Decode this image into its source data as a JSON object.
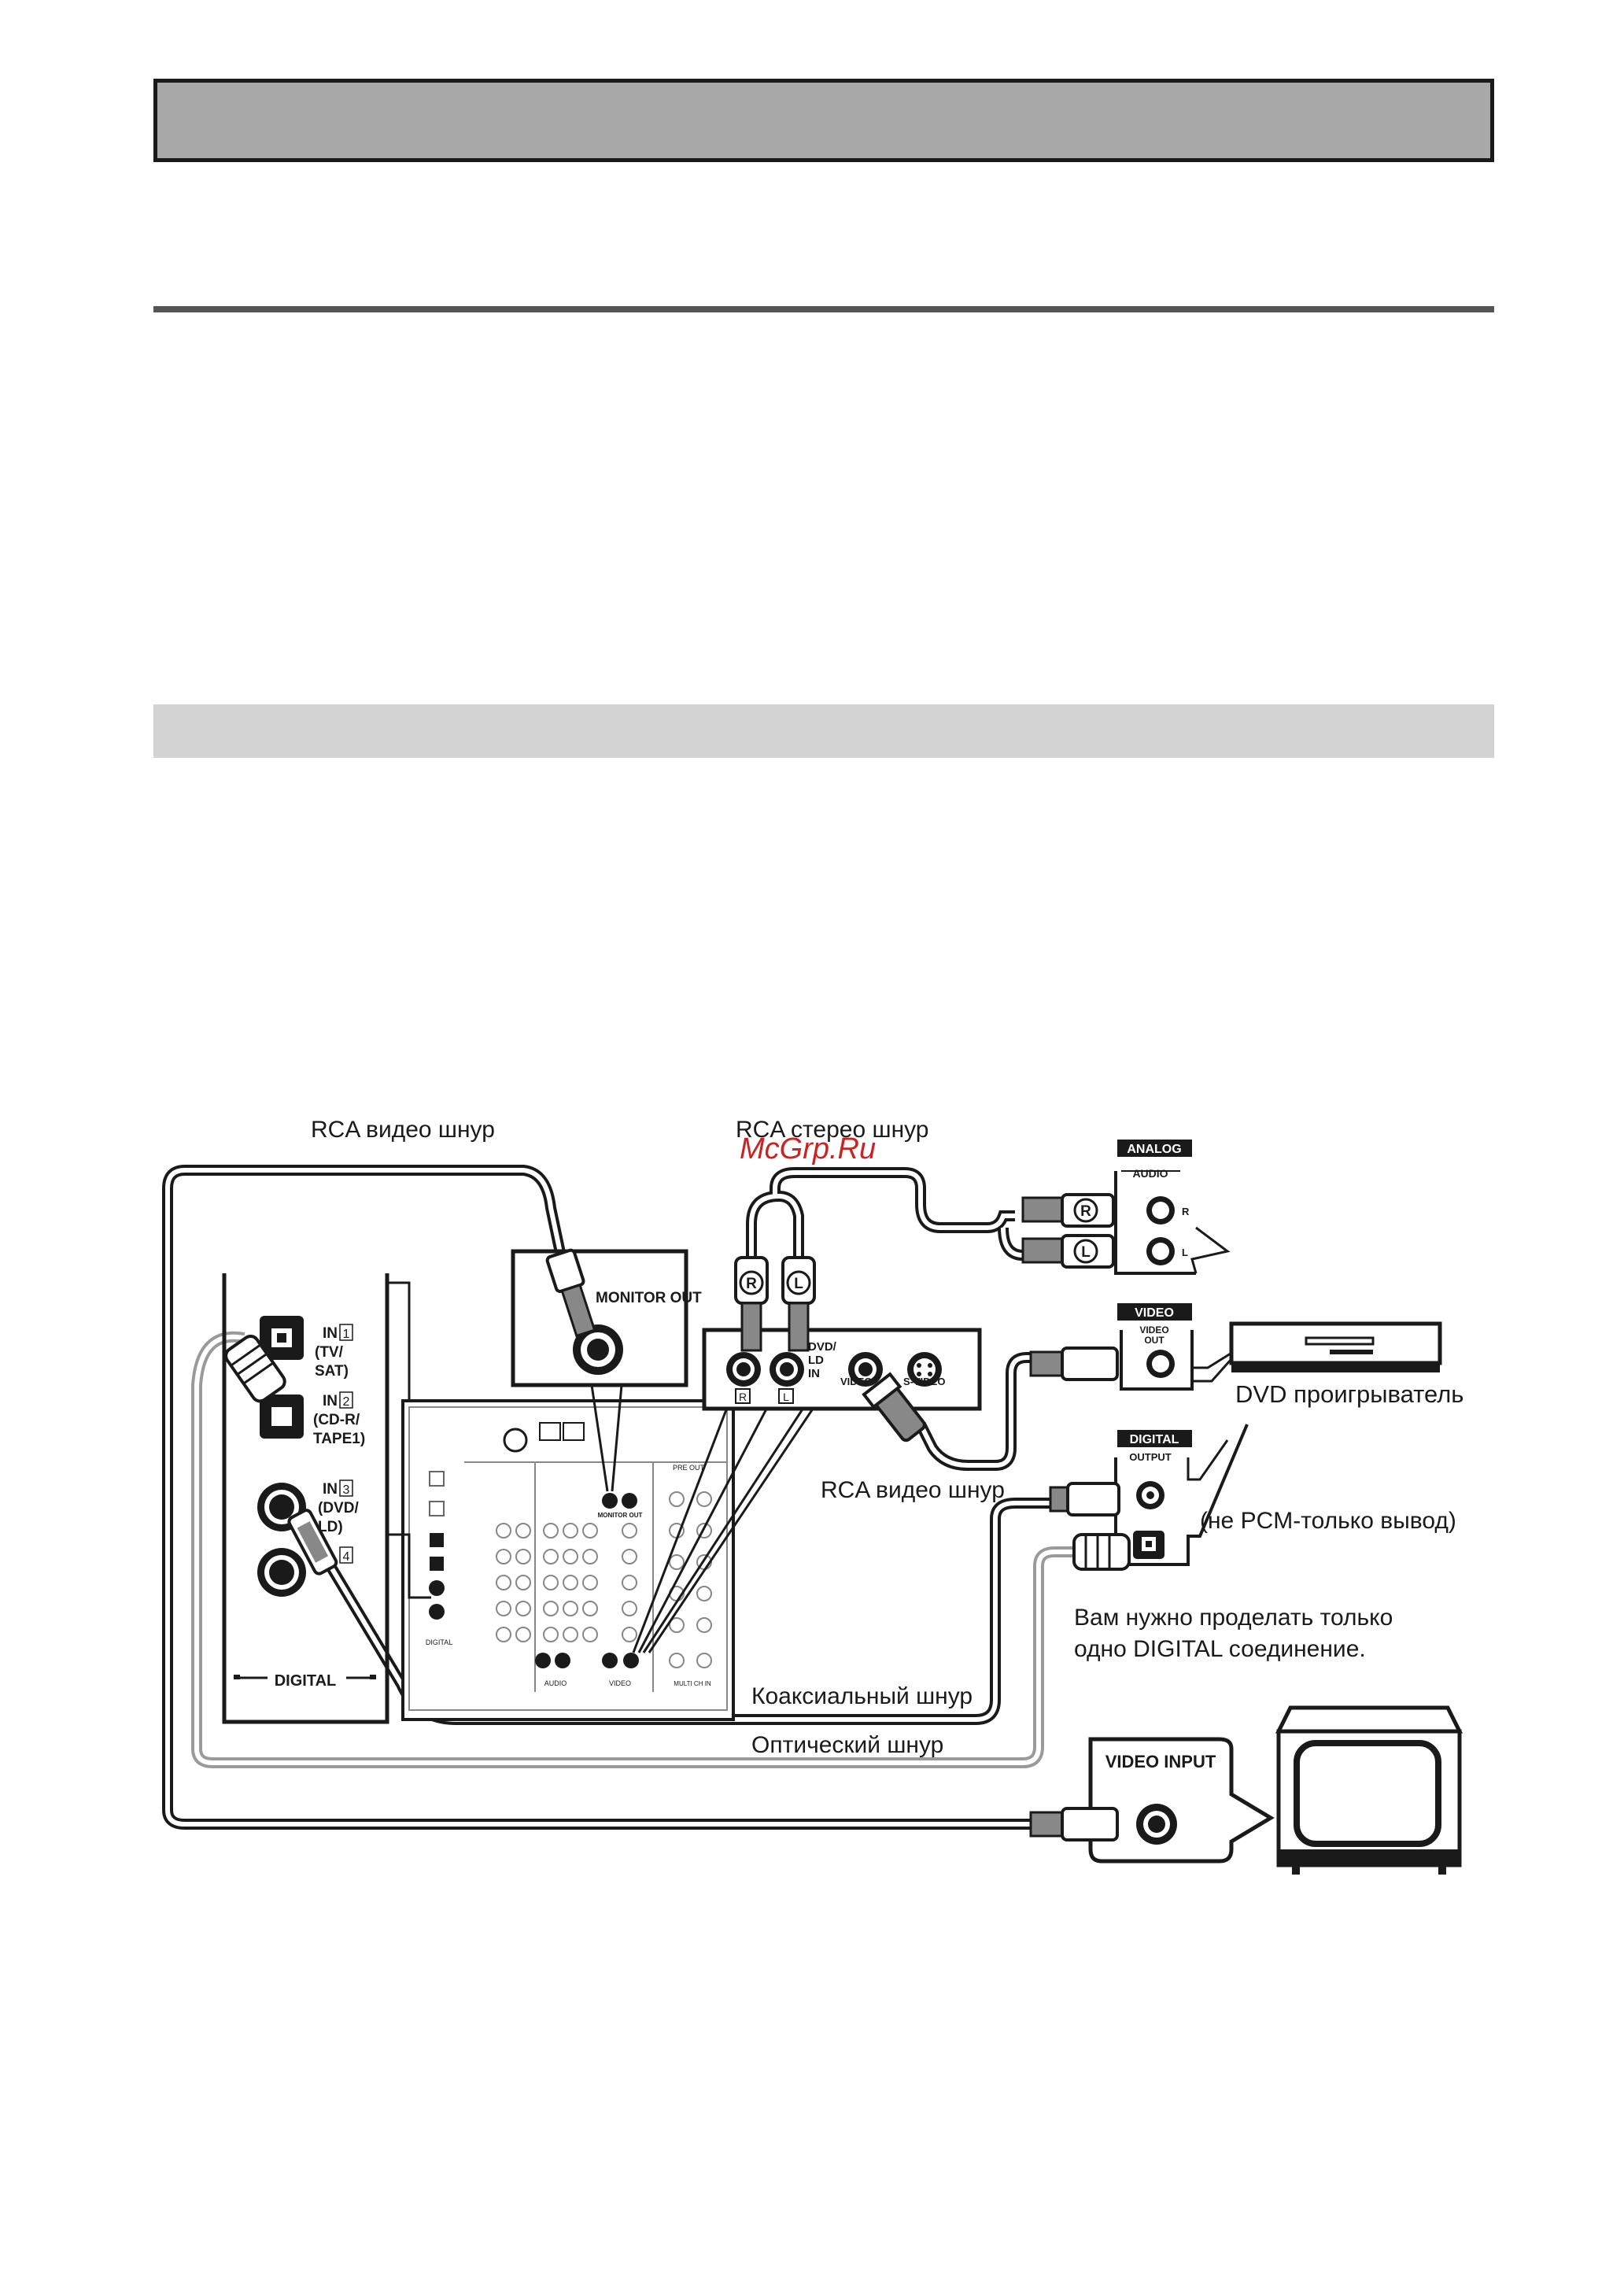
{
  "diagram": {
    "labels": {
      "rca_video_top": "RCA видео шнур",
      "rca_stereo": "RCA стерео шнур",
      "watermark": "McGrp.Ru",
      "monitor_out": "MONITOR  OUT",
      "rca_video_mid": "RCA видео шнур",
      "dvd_player": "DVD проигрыватель",
      "non_pcm": "(не PCM-только вывод)",
      "digital_note_1": "Вам нужно проделать только",
      "digital_note_2": "одно DIGITAL соединение.",
      "coaxial": "Коаксиальный шнур",
      "optical": "Оптический шнур",
      "video_input": "VIDEO INPUT"
    },
    "digital_panel": {
      "in1": "IN",
      "in1_num": "1",
      "in1_src_a": "(TV/",
      "in1_src_b": "SAT)",
      "in2": "IN",
      "in2_num": "2",
      "in2_src_a": "(CD-R/",
      "in2_src_b": "TAPE1)",
      "in3": "IN",
      "in3_num": "3",
      "in3_src_a": "(DVD/",
      "in3_src_b": "LD)",
      "in4_num": "4",
      "footer": "DIGITAL"
    },
    "dvd_input_panel": {
      "r_plug": "R",
      "l_plug": "L",
      "label_a": "DVD/",
      "label_b": "LD",
      "label_c": "IN",
      "r_box": "R",
      "l_box": "L",
      "video": "VIDEO",
      "s_video": "S-VIDEO"
    },
    "analog_panel": {
      "header": "ANALOG",
      "audio": "AUDIO",
      "r_jack": "R",
      "l_jack": "L",
      "r_plug": "R",
      "l_plug": "L"
    },
    "video_panel": {
      "header": "VIDEO",
      "out_a": "VIDEO",
      "out_b": "OUT"
    },
    "digital_out_panel": {
      "header": "DIGITAL",
      "output": "OUTPUT"
    },
    "receiver": {
      "audio": "AUDIO",
      "video": "VIDEO",
      "digital": "DIGITAL",
      "monitor_out": "MONITOR OUT",
      "pre_out": "PRE OUT",
      "multi_ch_in": "MULTI CH IN"
    }
  }
}
